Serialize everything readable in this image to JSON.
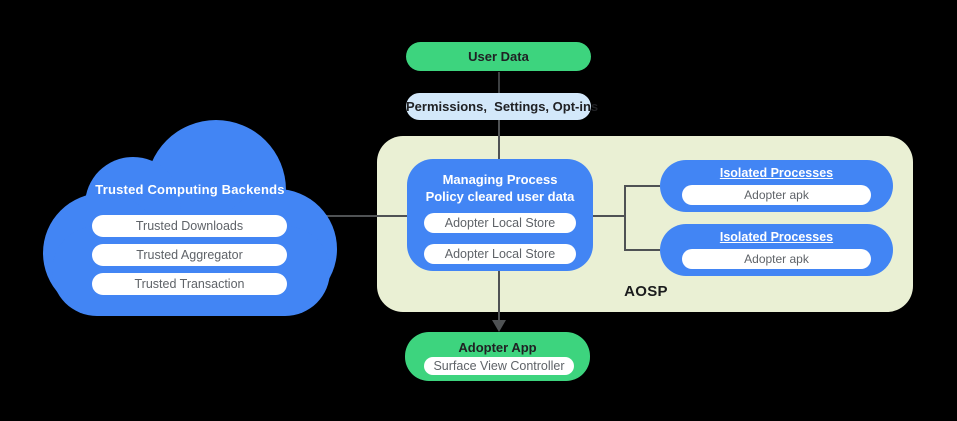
{
  "colors": {
    "node_blue": "#4285F4",
    "node_green": "#3DD47E",
    "permissions_blue": "#D3E8FA",
    "aosp_panel_bg": "#EAF0D4",
    "connector_gray": "#4F5254",
    "pill_text_gray": "#5F6368",
    "dark_text": "#202124",
    "background": "#000000"
  },
  "flow": {
    "user_data": "User Data",
    "permissions": "Permissions,  Settings, Opt-ins"
  },
  "cloud": {
    "title": "Trusted Computing Backends",
    "items": [
      "Trusted Downloads",
      "Trusted Aggregator",
      "Trusted Transaction"
    ]
  },
  "aosp": {
    "label": "AOSP",
    "managing_process": {
      "title_line1": "Managing Process",
      "title_line2": "Policy cleared user data",
      "stores": [
        "Adopter Local Store",
        "Adopter Local Store"
      ]
    },
    "isolated_processes": [
      {
        "title": "Isolated Processes",
        "item": "Adopter apk"
      },
      {
        "title": "Isolated Processes",
        "item": "Adopter apk"
      }
    ]
  },
  "adopter_app": {
    "title": "Adopter App",
    "item": "Surface View Controller"
  }
}
